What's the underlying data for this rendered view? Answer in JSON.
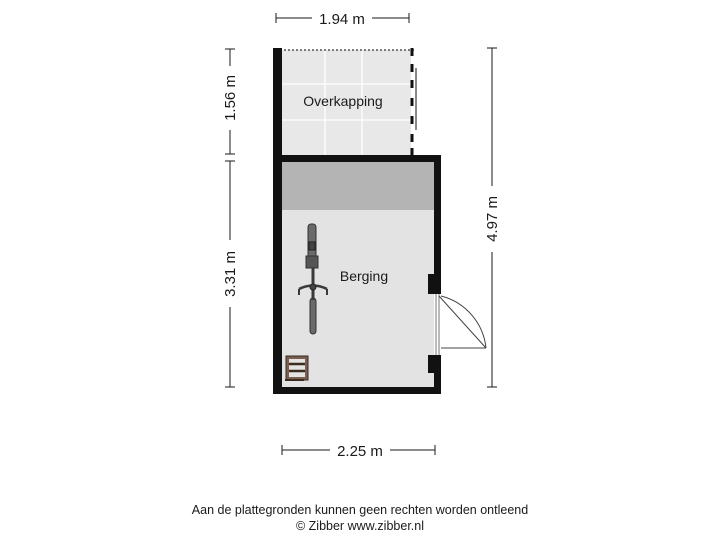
{
  "dimensions": {
    "top_width": "1.94 m",
    "overkapping_depth": "1.56 m",
    "berging_depth": "3.31 m",
    "total_depth": "4.97 m",
    "bottom_width": "2.25 m"
  },
  "rooms": {
    "overkapping": "Overkapping",
    "berging": "Berging"
  },
  "footer": {
    "disclaimer": "Aan de plattegronden kunnen geen rechten worden ontleend",
    "copyright": "© Zibber www.zibber.nl"
  },
  "colors": {
    "wall": "#111111",
    "floor": "#e3e3e3",
    "band": "#b4b4b4",
    "tile_floor": "#e8e8e8",
    "dim_line": "#1a1a1a"
  },
  "icons": [
    "bicycle-icon",
    "ladder-icon",
    "door-swing-icon"
  ]
}
